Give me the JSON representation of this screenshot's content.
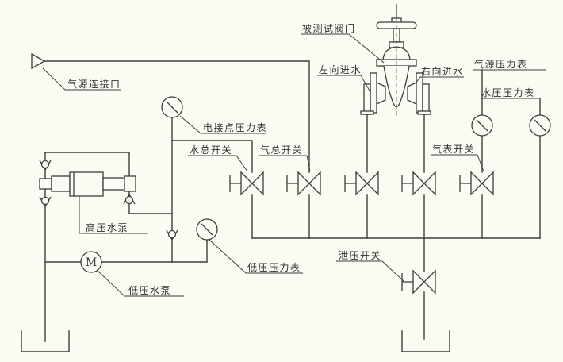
{
  "diagram": {
    "type": "valve-test-bench-piping-schematic",
    "colors": {
      "background": "#fbfaf3",
      "line": "#3d3d3d"
    },
    "labels": {
      "test_valve": "被测试阀门",
      "left_inlet": "左向进水",
      "right_inlet": "右向进水",
      "air_source_gauge": "气源压力表",
      "water_pressure_gauge": "水压压力表",
      "air_connection": "气源连接口",
      "electric_contact_gauge": "电接点压力表",
      "water_main_switch": "水总开关",
      "air_main_switch": "气总开关",
      "air_gauge_switch": "气表开关",
      "hp_pump": "高压水泵",
      "lp_gauge": "低压压力表",
      "lp_pump": "低压水泵",
      "relief_switch": "泄压开关",
      "motor": "M"
    }
  }
}
